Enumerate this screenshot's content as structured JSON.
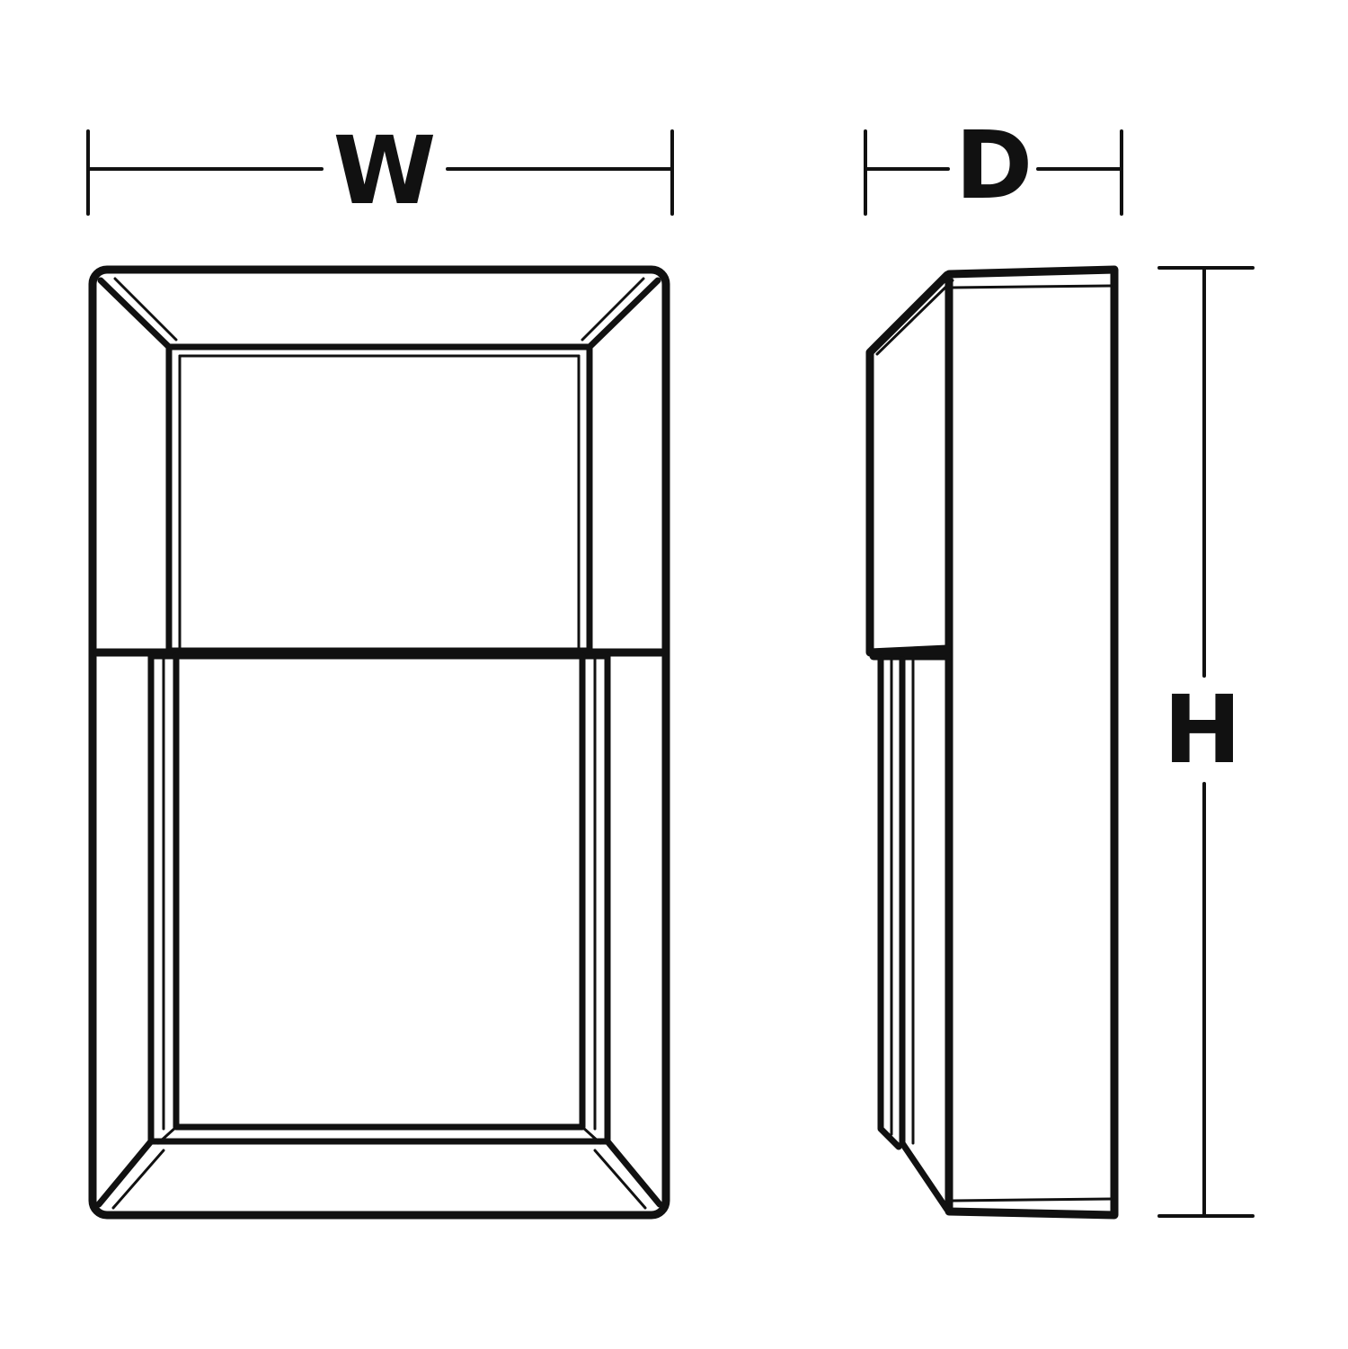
{
  "labels": {
    "width": "W",
    "depth": "D",
    "height": "H"
  },
  "colors": {
    "stroke": "#111111",
    "background": "#ffffff"
  }
}
